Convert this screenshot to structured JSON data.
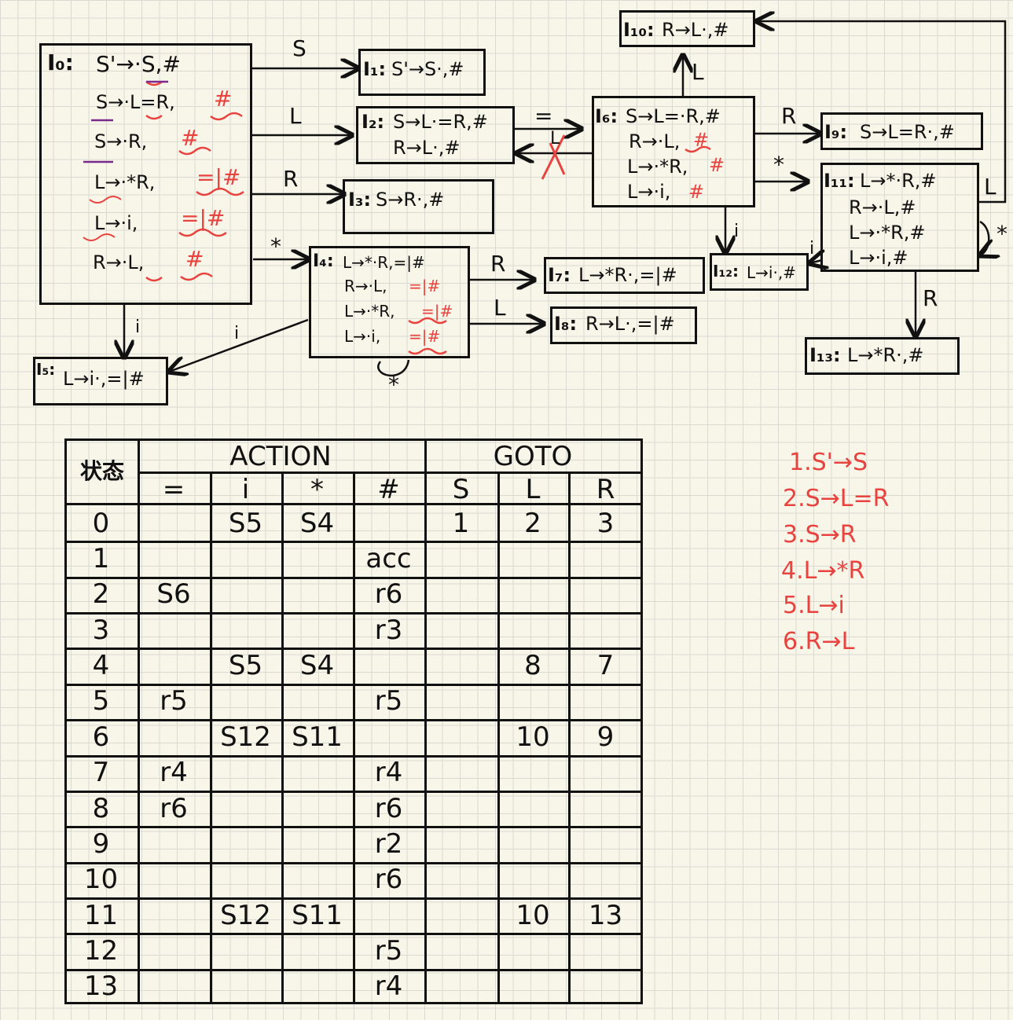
{
  "states": {
    "i0": {
      "title": "I₀:",
      "items": [
        "S'→·S,#",
        "S→·L=R,",
        "S→·R,",
        "L→·*R,",
        "L→·i,",
        "R→·L,"
      ],
      "las": [
        "#",
        "#",
        "=|#",
        "=|#",
        "#"
      ]
    },
    "i1": {
      "title": "I₁:",
      "items": [
        "S'→S·,#"
      ]
    },
    "i2": {
      "title": "I₂:",
      "items": [
        "S→L·=R,#",
        "R→L·,#"
      ]
    },
    "i3": {
      "title": "I₃:",
      "items": [
        "S→R·,#"
      ]
    },
    "i4": {
      "title": "I₄:",
      "items": [
        "L→*·R,=|#",
        "R→·L,",
        "L→·*R,",
        "L→·i,"
      ],
      "las": [
        "=|#",
        "=|#",
        "=|#"
      ]
    },
    "i5": {
      "title": "I₅:",
      "items": [
        "L→i·,=|#"
      ]
    },
    "i6": {
      "title": "I₆:",
      "items": [
        "S→L=·R,#",
        "R→·L,",
        "L→·*R,",
        "L→·i,"
      ],
      "las": [
        "#",
        "#",
        "#"
      ]
    },
    "i7": {
      "title": "I₇:",
      "items": [
        "L→*R·,=|#"
      ]
    },
    "i8": {
      "title": "I₈:",
      "items": [
        "R→L·,=|#"
      ]
    },
    "i9": {
      "title": "I₉:",
      "items": [
        "S→L=R·,#"
      ]
    },
    "i10": {
      "title": "I₁₀:",
      "items": [
        "R→L·,#"
      ]
    },
    "i11": {
      "title": "I₁₁:",
      "items": [
        "L→*·R,#",
        "R→·L,#",
        "L→·*R,#",
        "L→·i,#"
      ]
    },
    "i12": {
      "title": "I₁₂:",
      "items": [
        "L→i·,#"
      ]
    },
    "i13": {
      "title": "I₁₃:",
      "items": [
        "L→*R·,#"
      ]
    }
  },
  "edges": {
    "s": "S",
    "l": "L",
    "r": "R",
    "star": "*",
    "i": "i",
    "eq": "="
  },
  "table": {
    "state_header": "状态",
    "action_header": "ACTION",
    "goto_header": "GOTO",
    "action_cols": [
      "=",
      "i",
      "*",
      "#"
    ],
    "goto_cols": [
      "S",
      "L",
      "R"
    ],
    "rows": [
      [
        "0",
        "",
        "S5",
        "S4",
        "",
        "1",
        "2",
        "3"
      ],
      [
        "1",
        "",
        "",
        "",
        "acc",
        "",
        "",
        ""
      ],
      [
        "2",
        "S6",
        "",
        "",
        "r6",
        "",
        "",
        ""
      ],
      [
        "3",
        "",
        "",
        "",
        "r3",
        "",
        "",
        ""
      ],
      [
        "4",
        "",
        "S5",
        "S4",
        "",
        "",
        "8",
        "7"
      ],
      [
        "5",
        "r5",
        "",
        "",
        "r5",
        "",
        "",
        ""
      ],
      [
        "6",
        "",
        "S12",
        "S11",
        "",
        "",
        "10",
        "9"
      ],
      [
        "7",
        "r4",
        "",
        "",
        "r4",
        "",
        "",
        ""
      ],
      [
        "8",
        "r6",
        "",
        "",
        "r6",
        "",
        "",
        ""
      ],
      [
        "9",
        "",
        "",
        "",
        "r2",
        "",
        "",
        ""
      ],
      [
        "10",
        "",
        "",
        "",
        "r6",
        "",
        "",
        ""
      ],
      [
        "11",
        "",
        "S12",
        "S11",
        "",
        "",
        "10",
        "13"
      ],
      [
        "12",
        "",
        "",
        "",
        "r5",
        "",
        "",
        ""
      ],
      [
        "13",
        "",
        "",
        "",
        "r4",
        "",
        "",
        ""
      ]
    ]
  },
  "productions": [
    "1.S'→S",
    "2.S→L=R",
    "3.S→R",
    "4.L→*R",
    "5.L→i",
    "6.R→L"
  ],
  "colors": {
    "ink": "#111111",
    "red": "#e8433f",
    "purple": "#7a2a8c"
  }
}
